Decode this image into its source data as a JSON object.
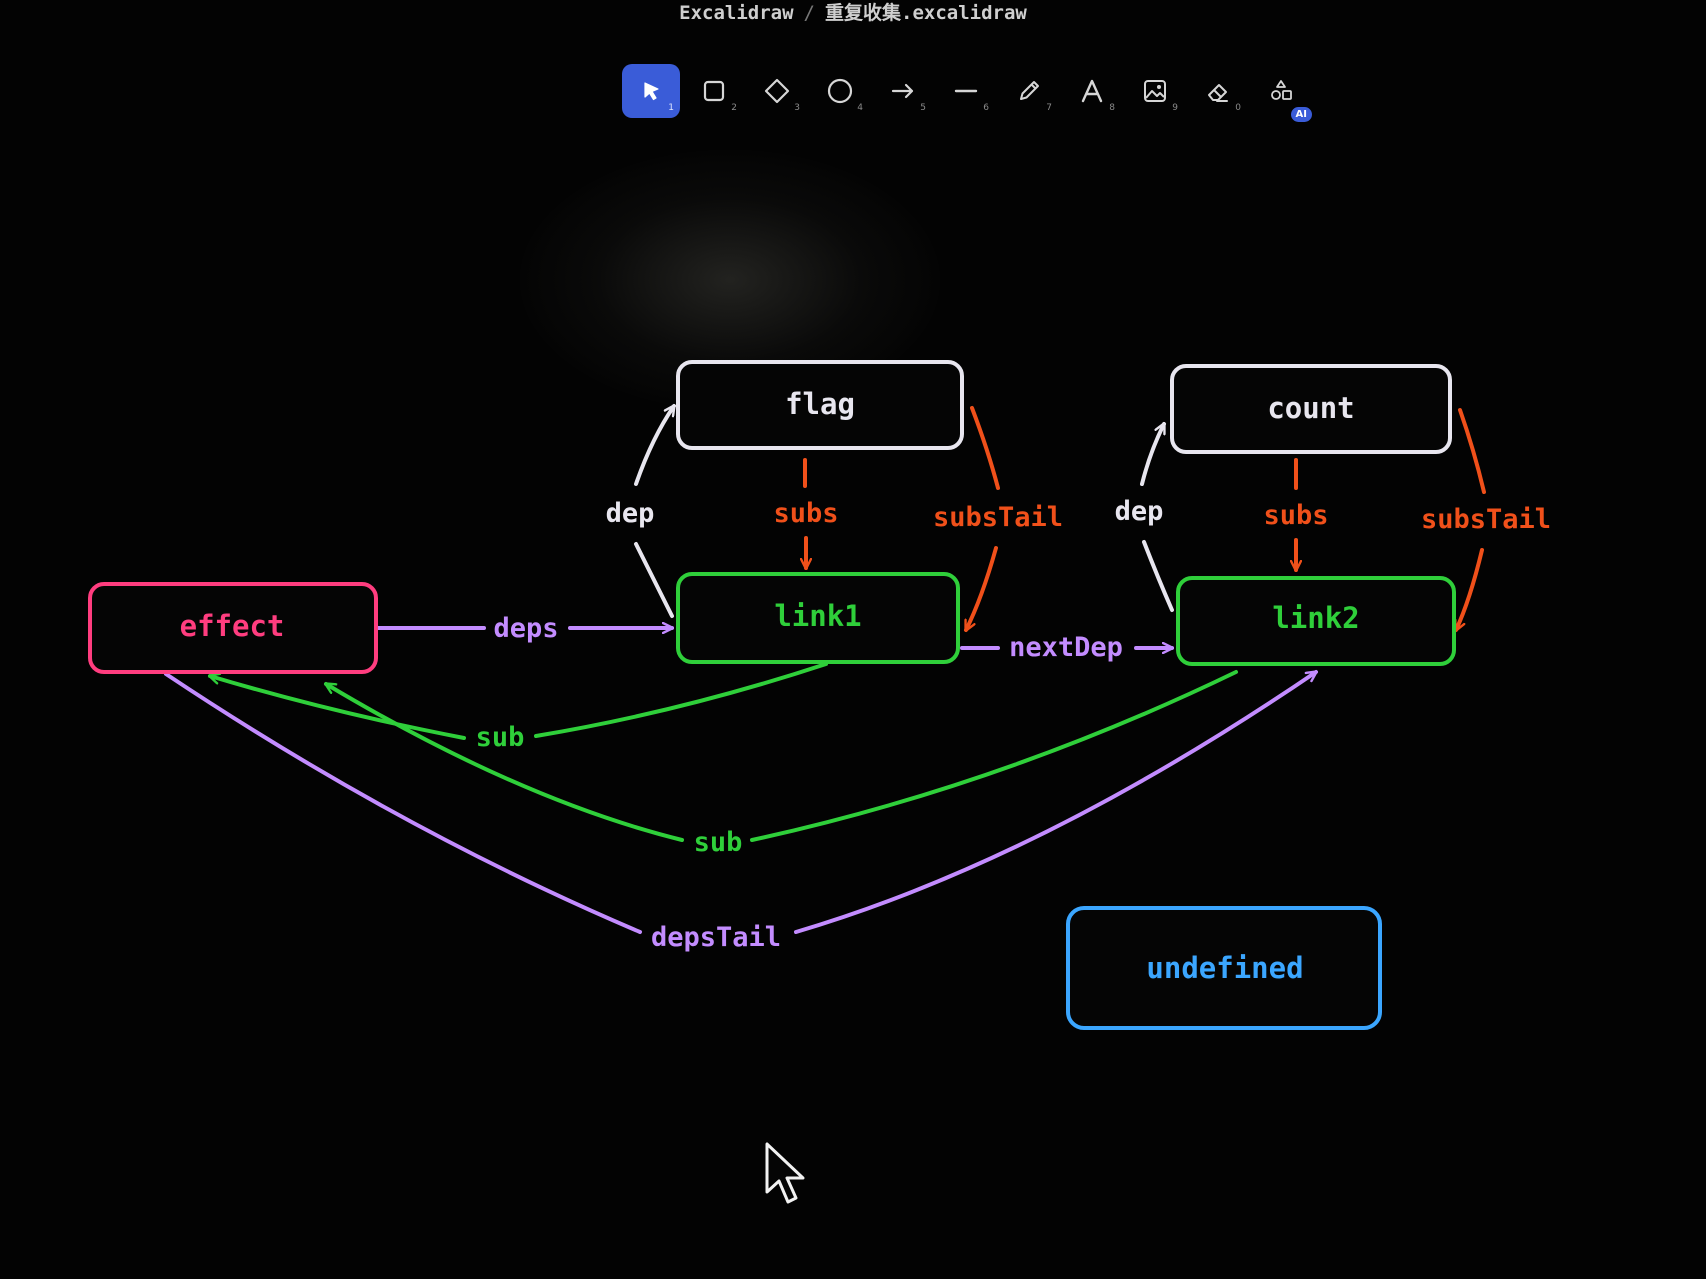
{
  "window": {
    "app_name": "Excalidraw",
    "separator": "/",
    "file_name": "重复收集.excalidraw"
  },
  "toolbar": {
    "tools": [
      {
        "icon": "pointer-icon",
        "key": "1",
        "active": true
      },
      {
        "icon": "rectangle-icon",
        "key": "2"
      },
      {
        "icon": "diamond-icon",
        "key": "3"
      },
      {
        "icon": "ellipse-icon",
        "key": "4"
      },
      {
        "icon": "arrow-icon",
        "key": "5"
      },
      {
        "icon": "line-icon",
        "key": "6"
      },
      {
        "icon": "pencil-icon",
        "key": "7"
      },
      {
        "icon": "text-icon",
        "key": "8"
      },
      {
        "icon": "image-icon",
        "key": "9"
      },
      {
        "icon": "eraser-icon",
        "key": "0"
      },
      {
        "icon": "shapes-library-icon",
        "badge": "AI"
      }
    ]
  },
  "diagram": {
    "nodes": {
      "flag": "flag",
      "count": "count",
      "effect": "effect",
      "link1": "link1",
      "link2": "link2",
      "undefined": "undefined"
    },
    "edges": {
      "dep_1": "dep",
      "subs_1": "subs",
      "subsTail_1": "subsTail",
      "dep_2": "dep",
      "subs_2": "subs",
      "subsTail_2": "subsTail",
      "deps": "deps",
      "nextDep": "nextDep",
      "sub_1": "sub",
      "sub_2": "sub",
      "depsTail": "depsTail"
    },
    "colors": {
      "white": "#e8e6ef",
      "orange": "#f0501a",
      "green": "#2fcf3a",
      "purple": "#c38cff",
      "pink": "#ff3d7f",
      "blue": "#3ba6ff"
    }
  }
}
